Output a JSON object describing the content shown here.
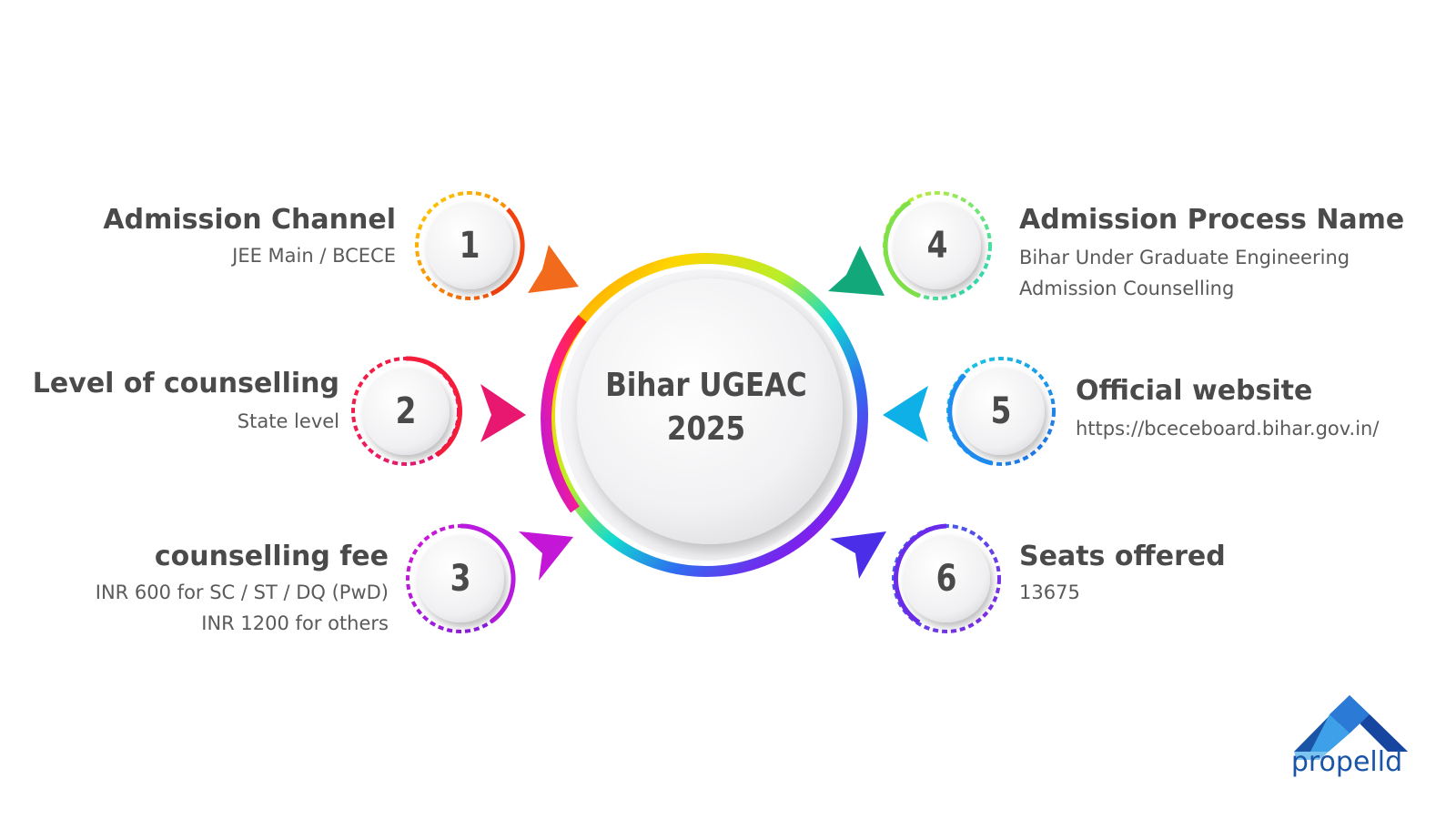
{
  "center": {
    "line1": "Bihar UGEAC",
    "line2": "2025"
  },
  "items": [
    {
      "number": "1",
      "title": "Admission Channel",
      "desc": [
        "JEE Main / BCECE"
      ],
      "arrow_color": "#f26a1b"
    },
    {
      "number": "2",
      "title": "Level of counselling",
      "desc": [
        "State level"
      ],
      "arrow_color": "#e8176f"
    },
    {
      "number": "3",
      "title": "counselling fee",
      "desc": [
        "INR 600 for SC / ST / DQ (PwD)",
        "INR 1200 for others"
      ],
      "arrow_color": "#c416d6"
    },
    {
      "number": "4",
      "title": "Admission Process Name",
      "desc": [
        "Bihar Under Graduate Engineering",
        "Admission Counselling"
      ],
      "arrow_color": "#12a87a"
    },
    {
      "number": "5",
      "title": "Official website",
      "desc": [
        "https://bceceboard.bihar.gov.in/"
      ],
      "arrow_color": "#0fb0e8"
    },
    {
      "number": "6",
      "title": "Seats offered",
      "desc": [
        "13675"
      ],
      "arrow_color": "#4a2ee8"
    }
  ],
  "logo": {
    "text": "propelld",
    "icon": "roof-triangle-logo-icon",
    "color": "#1a54a6"
  }
}
